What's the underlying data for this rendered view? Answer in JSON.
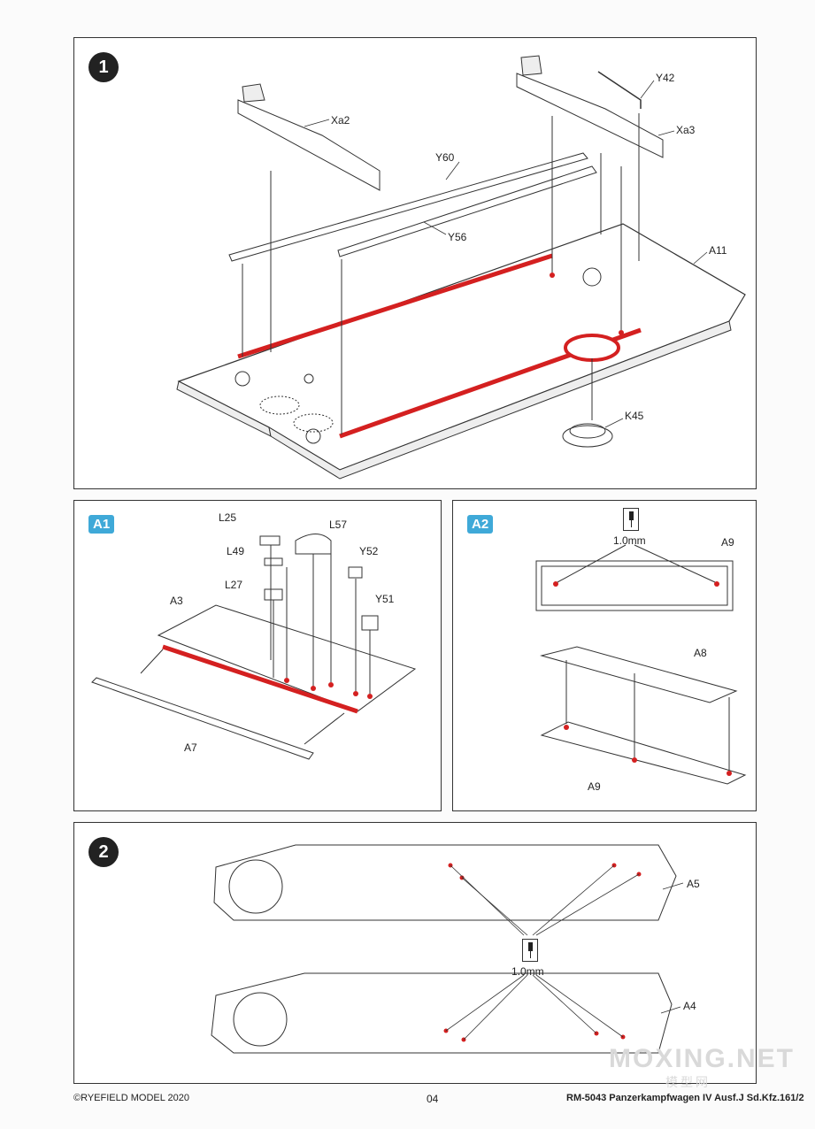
{
  "steps": {
    "step1": {
      "badge": "1",
      "labels": [
        "Xa2",
        "Y42",
        "Xa3",
        "Y60",
        "Y56",
        "A11",
        "K45"
      ]
    },
    "stepA1": {
      "badge": "A1",
      "labels": [
        "L25",
        "L57",
        "L49",
        "Y52",
        "L27",
        "Y51",
        "A3",
        "A7"
      ]
    },
    "stepA2": {
      "badge": "A2",
      "drill_size": "1.0mm",
      "labels": [
        "A9",
        "A8",
        "A9"
      ]
    },
    "step2": {
      "badge": "2",
      "drill_size": "1.0mm",
      "labels": [
        "A5",
        "A4"
      ]
    }
  },
  "footer": {
    "copyright": "©RYEFIELD MODEL 2020",
    "page_number": "04",
    "product": "RM-5043 Panzerkampfwagen IV Ausf.J Sd.Kfz.161/2"
  },
  "watermark": {
    "main": "MOXING.NET",
    "sub": "模型网"
  },
  "colors": {
    "glue": "#d42020",
    "line": "#333333",
    "badge_sub": "#3fa9d8",
    "badge_step": "#222222"
  },
  "icons": [
    "drill-icon"
  ]
}
